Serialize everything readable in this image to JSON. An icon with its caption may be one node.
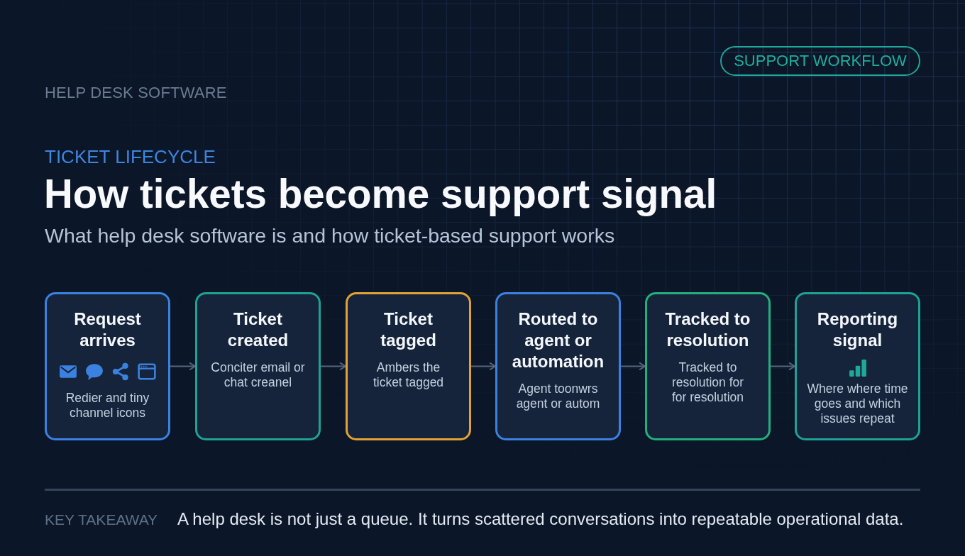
{
  "diagram": {
    "title": "How tickets become support signal",
    "nodes": [
      {
        "text": [
          "Request arrives",
          "Redier and tiny channel icons"
        ]
      },
      {
        "text": [
          "Ticket created",
          "Conciter email or chat creanel"
        ]
      },
      {
        "text": [
          "Ticket tagged",
          "Ambers the ticket tagged"
        ]
      },
      {
        "text": [
          "Routed to agent or automation",
          "Agent toonwrs agent or autom"
        ]
      },
      {
        "text": [
          "Tracked to resolution",
          "Tracked to resolution for for resolution"
        ]
      },
      {
        "text": [
          "Reporting signal",
          "Where where time goes and which issues repeat"
        ]
      }
    ],
    "edges": [
      {
        "from": 0,
        "to": 1,
        "arrow": "to"
      },
      {
        "from": 1,
        "to": 2,
        "arrow": "to"
      },
      {
        "from": 2,
        "to": 3,
        "arrow": "to"
      },
      {
        "from": 3,
        "to": 4,
        "arrow": "to"
      },
      {
        "from": 4,
        "to": 5,
        "arrow": "to"
      }
    ],
    "labels": [
      "HELP DESK SOFTWARE",
      "SUPPORT WORKFLOW",
      "TICKET LIFECYCLE",
      "What help desk software is and how ticket-based support works",
      "KEY TAKEAWAY",
      "A help desk is not just a queue. It turns scattered conversations into repeatable operational data."
    ]
  }
}
